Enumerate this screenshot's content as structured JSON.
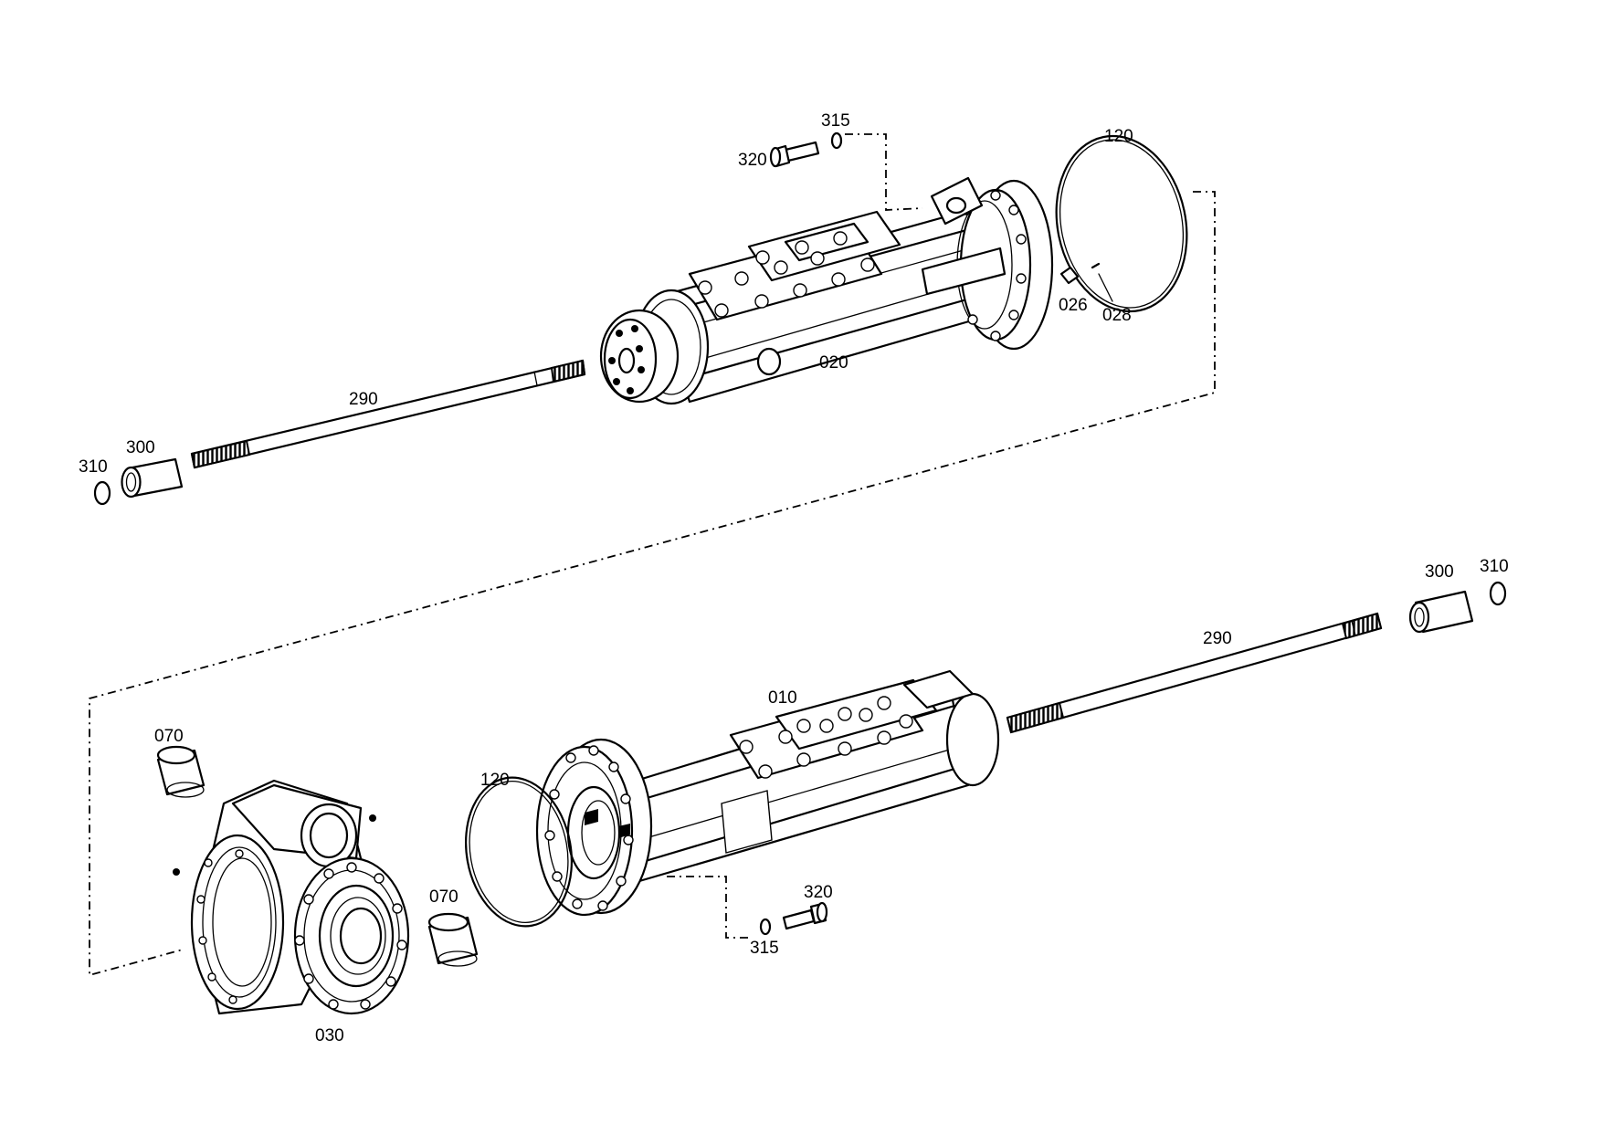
{
  "labels": {
    "p010": "010",
    "p020": "020",
    "p026": "026",
    "p028": "028",
    "p030": "030",
    "p070_a": "070",
    "p070_b": "070",
    "p120_top": "120",
    "p120_bottom": "120",
    "p290_top": "290",
    "p290_bottom": "290",
    "p300_top": "300",
    "p300_bottom": "300",
    "p310_top": "310",
    "p310_bottom": "310",
    "p315_top": "315",
    "p315_bottom": "315",
    "p320_top": "320",
    "p320_bottom": "320"
  }
}
